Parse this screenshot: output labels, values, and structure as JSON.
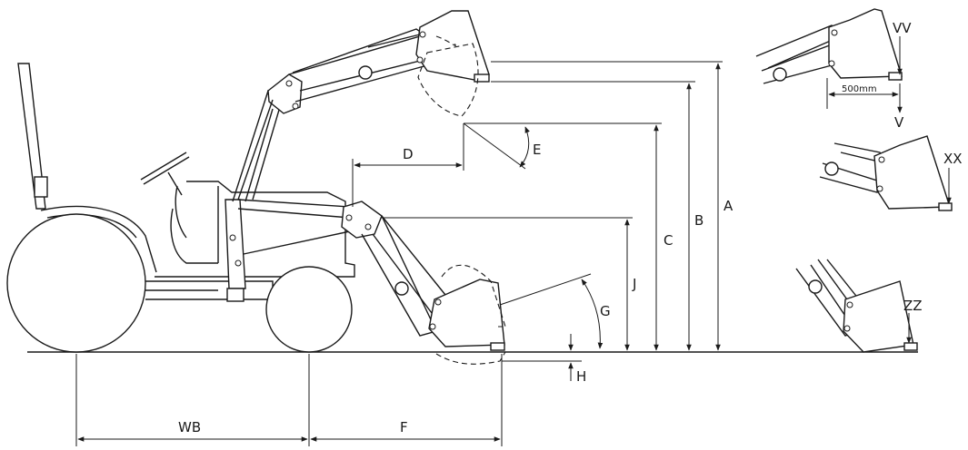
{
  "labels": {
    "A": "A",
    "B": "B",
    "C": "C",
    "D": "D",
    "E": "E",
    "F": "F",
    "G": "G",
    "H": "H",
    "J": "J",
    "WB": "WB",
    "VV": "VV",
    "V": "V",
    "XX": "XX",
    "ZZ": "ZZ",
    "mm500": "500mm"
  },
  "colors": {
    "ink": "#1a1a1a",
    "background": "#ffffff"
  }
}
